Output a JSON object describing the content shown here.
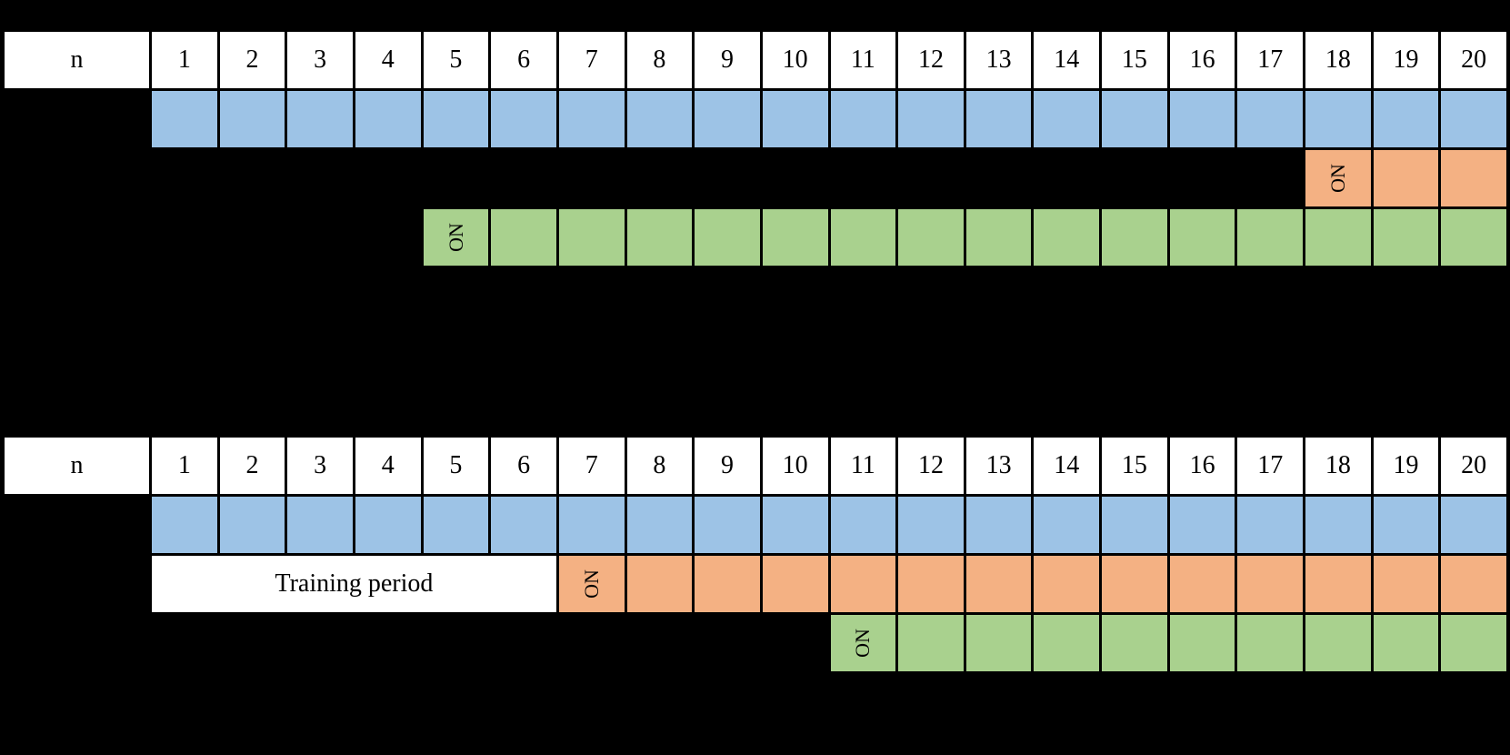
{
  "figure": {
    "colors": {
      "blue": "#9DC3E6",
      "orange": "#F4B183",
      "green": "#A9D18E",
      "white": "#FFFFFF",
      "background": "#000000",
      "text": "#000000"
    },
    "column_header": {
      "label": "n",
      "numbers": [
        "1",
        "2",
        "3",
        "4",
        "5",
        "6",
        "7",
        "8",
        "9",
        "10",
        "11",
        "12",
        "13",
        "14",
        "15",
        "16",
        "17",
        "18",
        "19",
        "20"
      ]
    },
    "on_label": "ON",
    "panels": [
      {
        "id": "a",
        "rows": [
          {
            "color": "blue",
            "start": 1,
            "end": 20,
            "label": ""
          },
          {
            "color": "orange",
            "start": 18,
            "end": 20,
            "label": "ON"
          },
          {
            "color": "green",
            "start": 5,
            "end": 20,
            "label": "ON"
          }
        ]
      },
      {
        "id": "b",
        "rows": [
          {
            "color": "blue",
            "start": 1,
            "end": 20,
            "label": ""
          },
          {
            "color": "orange",
            "start": 7,
            "end": 20,
            "label": "ON",
            "merged_cell": {
              "label": "Training period",
              "start": 1,
              "end": 6
            }
          },
          {
            "color": "green",
            "start": 11,
            "end": 20,
            "label": "ON"
          }
        ]
      }
    ]
  }
}
